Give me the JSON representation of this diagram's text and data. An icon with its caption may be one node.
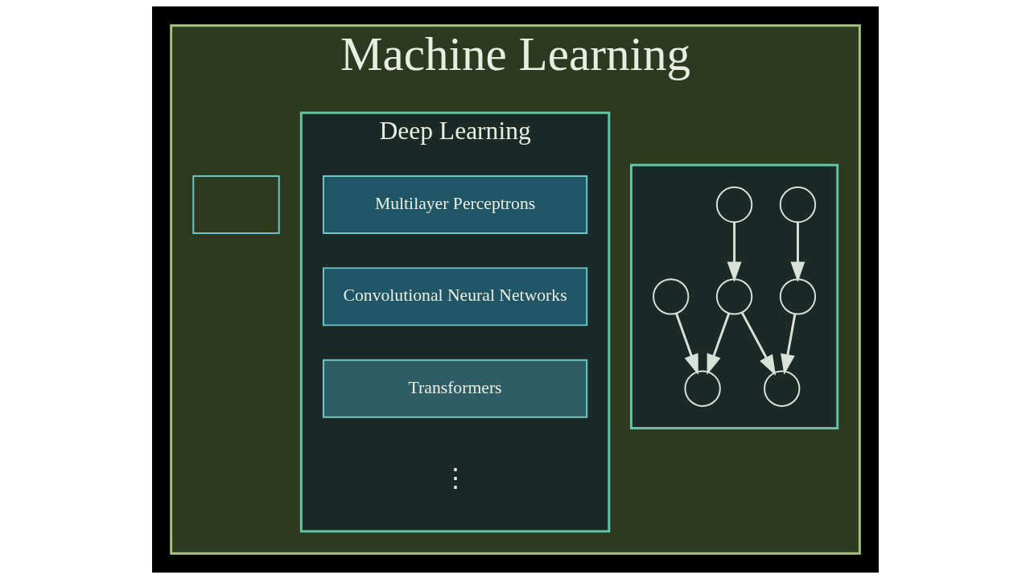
{
  "diagram": {
    "nodes": [
      {
        "text": [
          "Machine Learning"
        ]
      },
      {
        "text": [],
        "shape": "box",
        "in": 0
      },
      {
        "text": [],
        "shape": "box",
        "in": 0
      },
      {
        "text": [],
        "shape": "circle",
        "in": 2
      },
      {
        "text": [],
        "shape": "circle",
        "in": 2
      },
      {
        "text": [],
        "shape": "circle",
        "in": 2
      },
      {
        "text": [],
        "shape": "circle",
        "in": 2
      },
      {
        "text": [],
        "shape": "circle",
        "in": 2
      },
      {
        "text": [],
        "shape": "circle",
        "in": 2
      },
      {
        "text": [],
        "shape": "circle",
        "in": 2
      },
      {
        "text": [
          "Deep Learning"
        ],
        "in": 0
      },
      {
        "text": [
          "Multilayer Perceptrons"
        ],
        "in": 10
      },
      {
        "text": [
          "Convolutional Neural Networks"
        ],
        "in": 10
      },
      {
        "text": [
          "Transformers"
        ],
        "in": 10
      }
    ],
    "edges": [
      {
        "from": 3,
        "to": 5,
        "arrow": "to"
      },
      {
        "from": 4,
        "to": 6,
        "arrow": "to"
      },
      {
        "from": 5,
        "to": 8,
        "arrow": "to"
      },
      {
        "from": 6,
        "to": 8,
        "arrow": "to"
      },
      {
        "from": 6,
        "to": 9,
        "arrow": "to"
      },
      {
        "from": 7,
        "to": 9,
        "arrow": "to"
      }
    ],
    "labels": [
      "⋮"
    ]
  }
}
